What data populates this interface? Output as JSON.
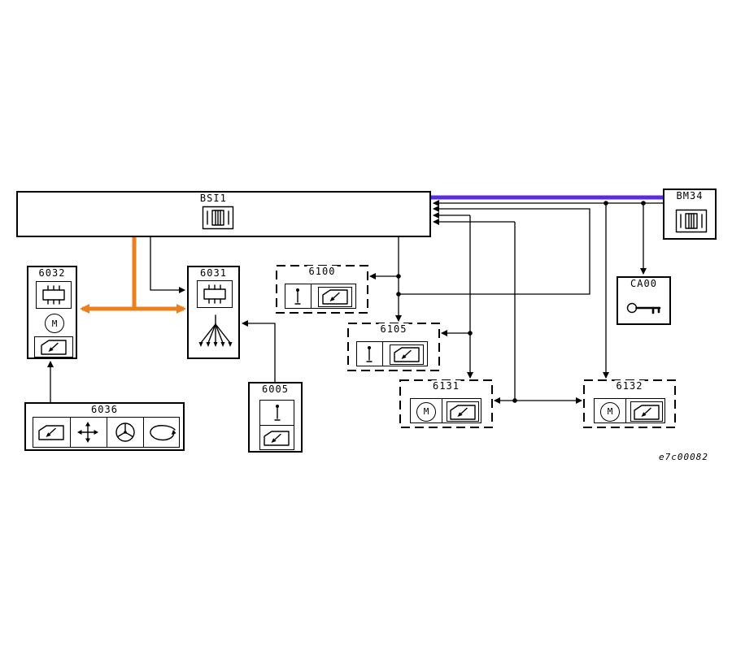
{
  "diagram": {
    "watermark": "e7c00082",
    "motor_letter": "M",
    "colors": {
      "line": "#000000",
      "background": "#ffffff",
      "purple": "#5b2be0",
      "orange": "#ee7f1d"
    },
    "components": {
      "bsi1": {
        "label": "BSI1",
        "border": "solid",
        "icons": [
          "connector-icon"
        ]
      },
      "bm34": {
        "label": "BM34",
        "border": "solid",
        "icons": [
          "connector-icon"
        ]
      },
      "c6032": {
        "label": "6032",
        "border": "solid",
        "icons": [
          "chip-icon",
          "motor-icon",
          "window-lifter-icon"
        ]
      },
      "c6031": {
        "label": "6031",
        "border": "solid",
        "icons": [
          "chip-icon",
          "fanout-icon"
        ]
      },
      "c6100": {
        "label": "6100",
        "border": "dashed",
        "icons": [
          "switch-icon",
          "window-lifter-icon"
        ]
      },
      "c6105": {
        "label": "6105",
        "border": "dashed",
        "icons": [
          "switch-icon",
          "window-lifter-icon"
        ]
      },
      "c6131": {
        "label": "6131",
        "border": "dashed",
        "icons": [
          "motor-icon",
          "window-lifter-icon"
        ]
      },
      "c6132": {
        "label": "6132",
        "border": "dashed",
        "icons": [
          "motor-icon",
          "window-lifter-icon"
        ]
      },
      "c6005": {
        "label": "6005",
        "border": "solid",
        "icons": [
          "switch-icon",
          "window-lifter-icon"
        ]
      },
      "c6036": {
        "label": "6036",
        "border": "solid",
        "icons": [
          "window-lifter-icon",
          "multi-direction-icon",
          "fan-icon",
          "loop-icon"
        ]
      },
      "ca00": {
        "label": "CA00",
        "border": "solid",
        "icons": [
          "key-icon"
        ]
      }
    }
  }
}
